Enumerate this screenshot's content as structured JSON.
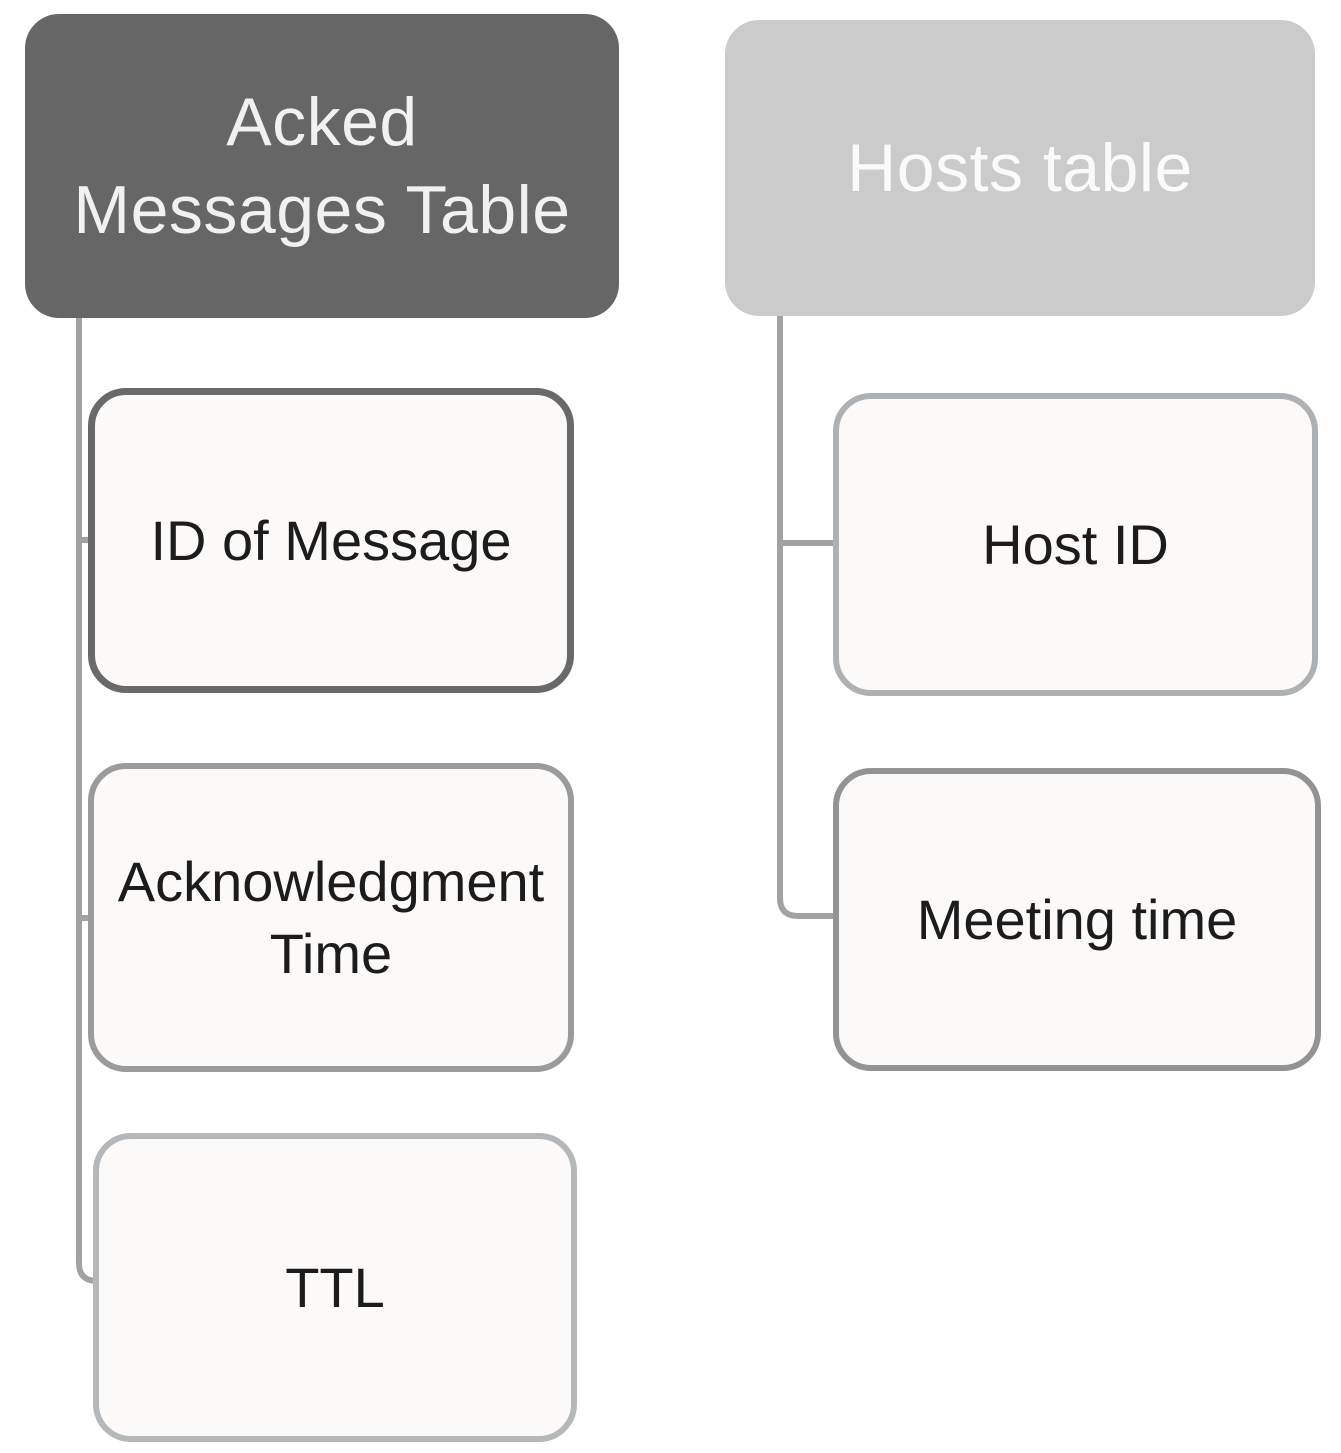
{
  "diagram": {
    "left_tree": {
      "header": {
        "label": "Acked Messages Table",
        "lines": [
          "Acked",
          "Messages Table"
        ]
      },
      "children": [
        {
          "label": "ID of Message",
          "lines": [
            "ID of Message"
          ]
        },
        {
          "label": "Acknowledgment Time",
          "lines": [
            "Acknowledgment",
            "Time"
          ]
        },
        {
          "label": "TTL",
          "lines": [
            "TTL"
          ]
        }
      ]
    },
    "right_tree": {
      "header": {
        "label": "Hosts table",
        "lines": [
          "Hosts table"
        ]
      },
      "children": [
        {
          "label": "Host ID",
          "lines": [
            "Host ID"
          ]
        },
        {
          "label": "Meeting time",
          "lines": [
            "Meeting time"
          ]
        }
      ]
    }
  },
  "colors": {
    "left_header_fill": "#666667",
    "left_header_text": "#f1f1f1",
    "right_header_fill": "#cacbca",
    "right_header_text": "#fafafa",
    "node_fill": "#fbfaf8",
    "node_text": "#1c1c1c",
    "connector": "#a2a2a2",
    "border_id_of_message": "#696969",
    "border_acknowledgment_time": "#9b9b9b",
    "border_ttl": "#b5b7b9",
    "border_host_id": "#aeb1b4",
    "border_meeting_time": "#939393"
  }
}
